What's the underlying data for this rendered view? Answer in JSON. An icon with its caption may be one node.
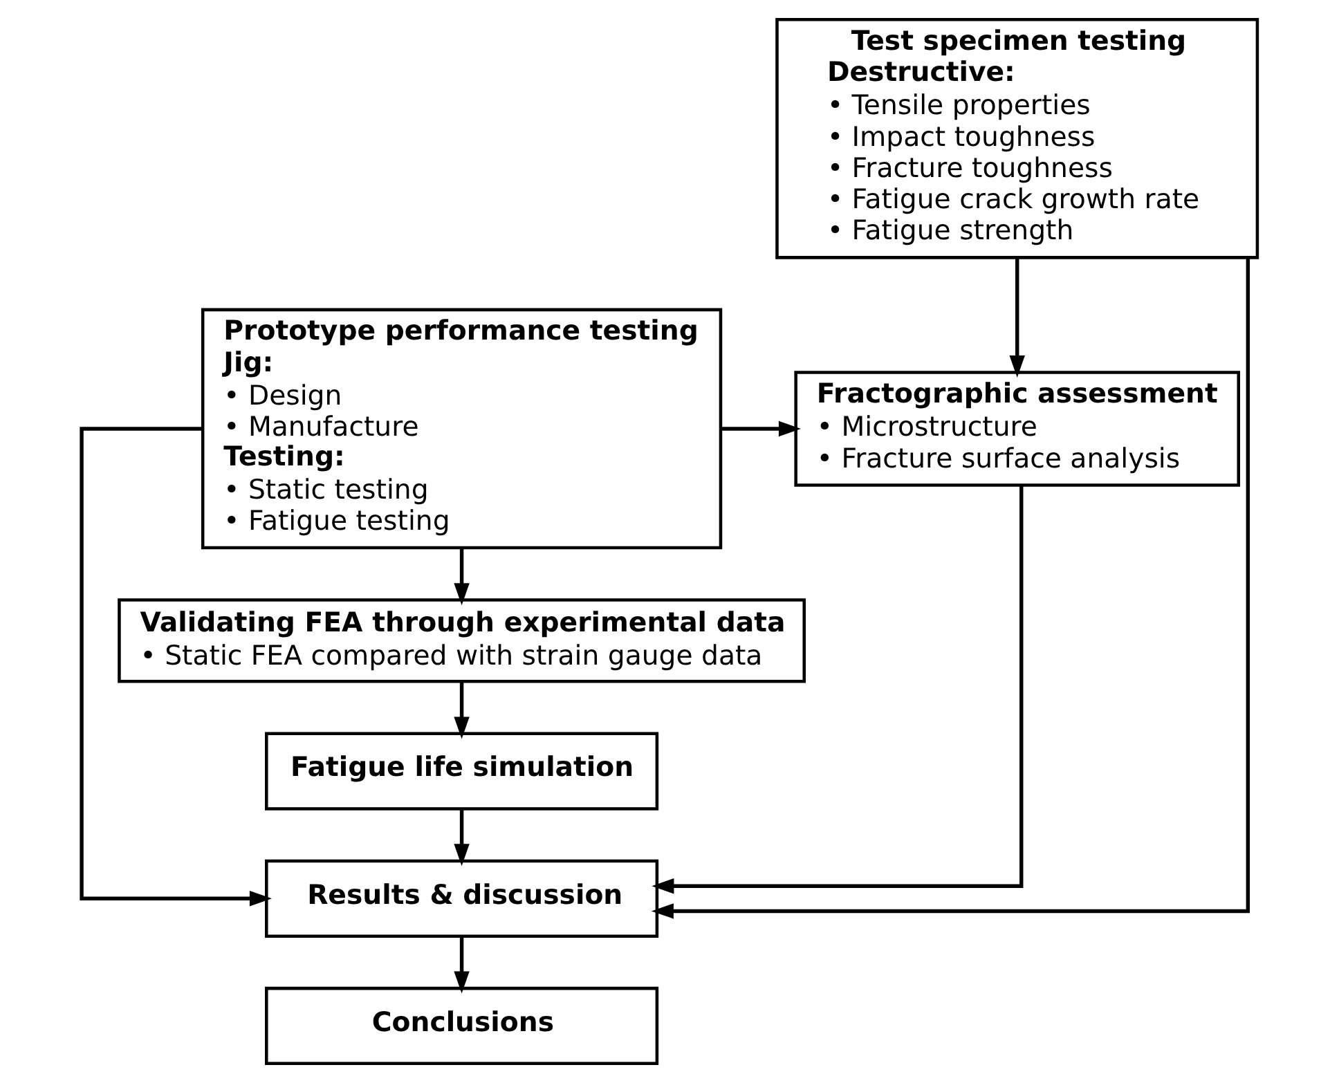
{
  "diagram": {
    "nodes": [
      {
        "text": [
          "Test specimen testing",
          "Destructive:",
          "• Tensile properties",
          "• Impact toughness",
          "• Fracture toughness",
          "• Fatigue crack growth rate",
          "• Fatigue strength"
        ]
      },
      {
        "text": [
          "Prototype performance testing",
          "Jig:",
          "• Design",
          "• Manufacture",
          "Testing:",
          "• Static testing",
          "• Fatigue testing"
        ]
      },
      {
        "text": [
          "Fractographic assessment",
          "• Microstructure",
          "• Fracture surface analysis"
        ]
      },
      {
        "text": [
          "Validating FEA through experimental data",
          "• Static FEA compared with strain gauge data"
        ]
      },
      {
        "text": [
          "Fatigue life simulation"
        ]
      },
      {
        "text": [
          "Results & discussion"
        ]
      },
      {
        "text": [
          "Conclusions"
        ]
      }
    ],
    "edges": [
      {
        "from": 0,
        "to": 2,
        "arrow": "to"
      },
      {
        "from": 1,
        "to": 2,
        "arrow": "to"
      },
      {
        "from": 1,
        "to": 3,
        "arrow": "to"
      },
      {
        "from": 3,
        "to": 4,
        "arrow": "to"
      },
      {
        "from": 4,
        "to": 5,
        "arrow": "to"
      },
      {
        "from": 0,
        "to": 5,
        "arrow": "to"
      },
      {
        "from": 1,
        "to": 5,
        "arrow": "to"
      },
      {
        "from": 2,
        "to": 5,
        "arrow": "to"
      },
      {
        "from": 5,
        "to": 6,
        "arrow": "to"
      }
    ]
  }
}
